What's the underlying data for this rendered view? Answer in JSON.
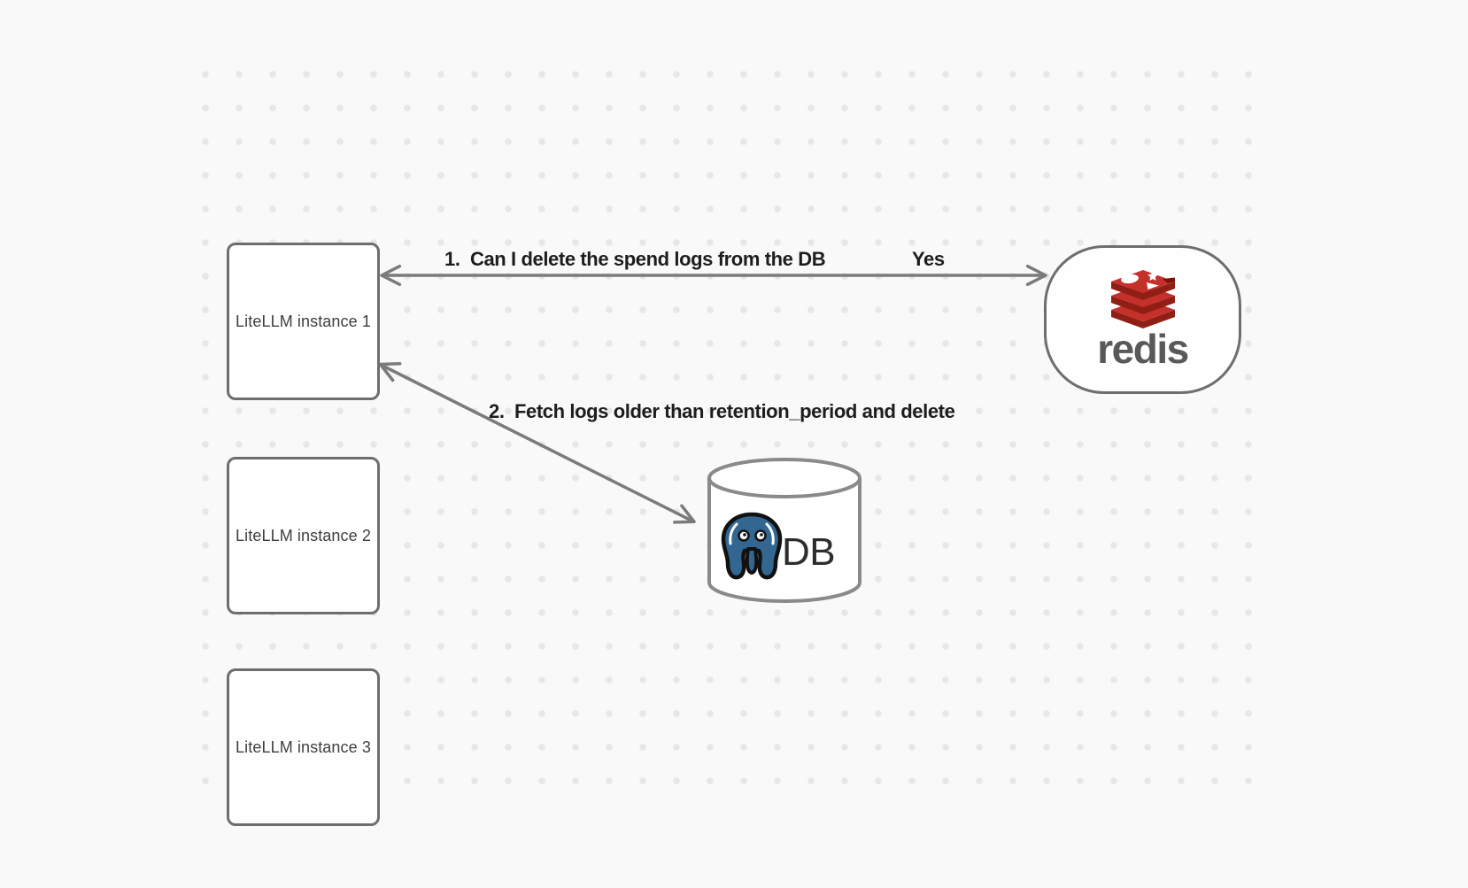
{
  "diagram": {
    "nodes": {
      "instance1": {
        "label": "LiteLLM instance 1"
      },
      "instance2": {
        "label": "LiteLLM instance 2"
      },
      "instance3": {
        "label": "LiteLLM instance 3"
      },
      "redis": {
        "label": "redis",
        "icon": "redis-stack-logo"
      },
      "database": {
        "label": "DB",
        "icon": "postgresql-elephant-logo"
      }
    },
    "edges": {
      "redis_question": {
        "label": "1.  Can I delete the spend logs from the DB",
        "reply": "Yes",
        "from": "LiteLLM instance 1",
        "to": "redis",
        "style": "double-headed-arrow"
      },
      "db_fetch": {
        "label": "2.  Fetch logs older than retention_period and delete",
        "from": "LiteLLM instance 1",
        "to": "DB",
        "style": "double-headed-arrow"
      }
    },
    "colors": {
      "background": "#f9f9f9",
      "dot_grid": "#e7e7e7",
      "shape_border": "#6e6e6e",
      "arrow": "#7b7b7b",
      "label_text": "#1d1d1f",
      "node_text": "#3f3f3f",
      "redis_red": "#c6302b",
      "redis_red_dark": "#8f1f15",
      "redis_wordmark": "#58595b",
      "postgres_blue": "#336791"
    }
  }
}
